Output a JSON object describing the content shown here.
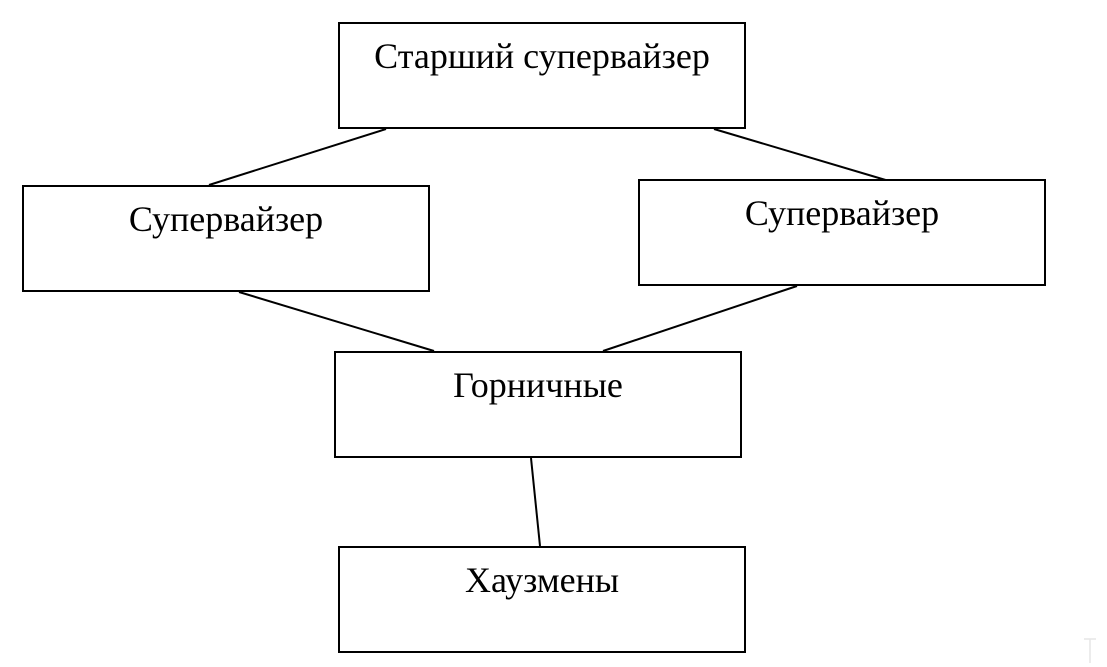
{
  "diagram": {
    "nodes": {
      "senior_supervisor": "Старший супервайзер",
      "supervisor_left": "Супервайзер",
      "supervisor_right": "Супервайзер",
      "maids": "Горничные",
      "housemen": "Хаузмены"
    },
    "edges": [
      {
        "from": "senior_supervisor",
        "to": "supervisor_left"
      },
      {
        "from": "senior_supervisor",
        "to": "supervisor_right"
      },
      {
        "from": "supervisor_left",
        "to": "maids"
      },
      {
        "from": "supervisor_right",
        "to": "maids"
      },
      {
        "from": "maids",
        "to": "housemen"
      }
    ],
    "colors": {
      "line": "#000000",
      "box_border": "#000000",
      "background": "#ffffff"
    }
  }
}
